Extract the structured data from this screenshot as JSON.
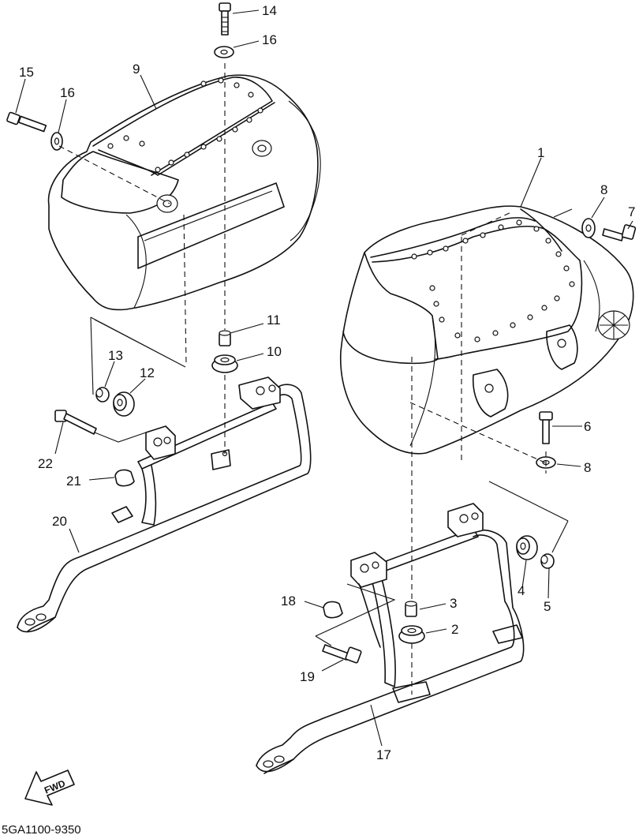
{
  "diagram": {
    "part_numbers": [
      "1",
      "2",
      "3",
      "4",
      "5",
      "6",
      "7",
      "8",
      "8",
      "9",
      "10",
      "11",
      "12",
      "13",
      "14",
      "15",
      "16",
      "16",
      "17",
      "18",
      "19",
      "20",
      "21",
      "22"
    ],
    "drawing_code": "5GA1100-9350",
    "fwd_label": "FWD"
  }
}
